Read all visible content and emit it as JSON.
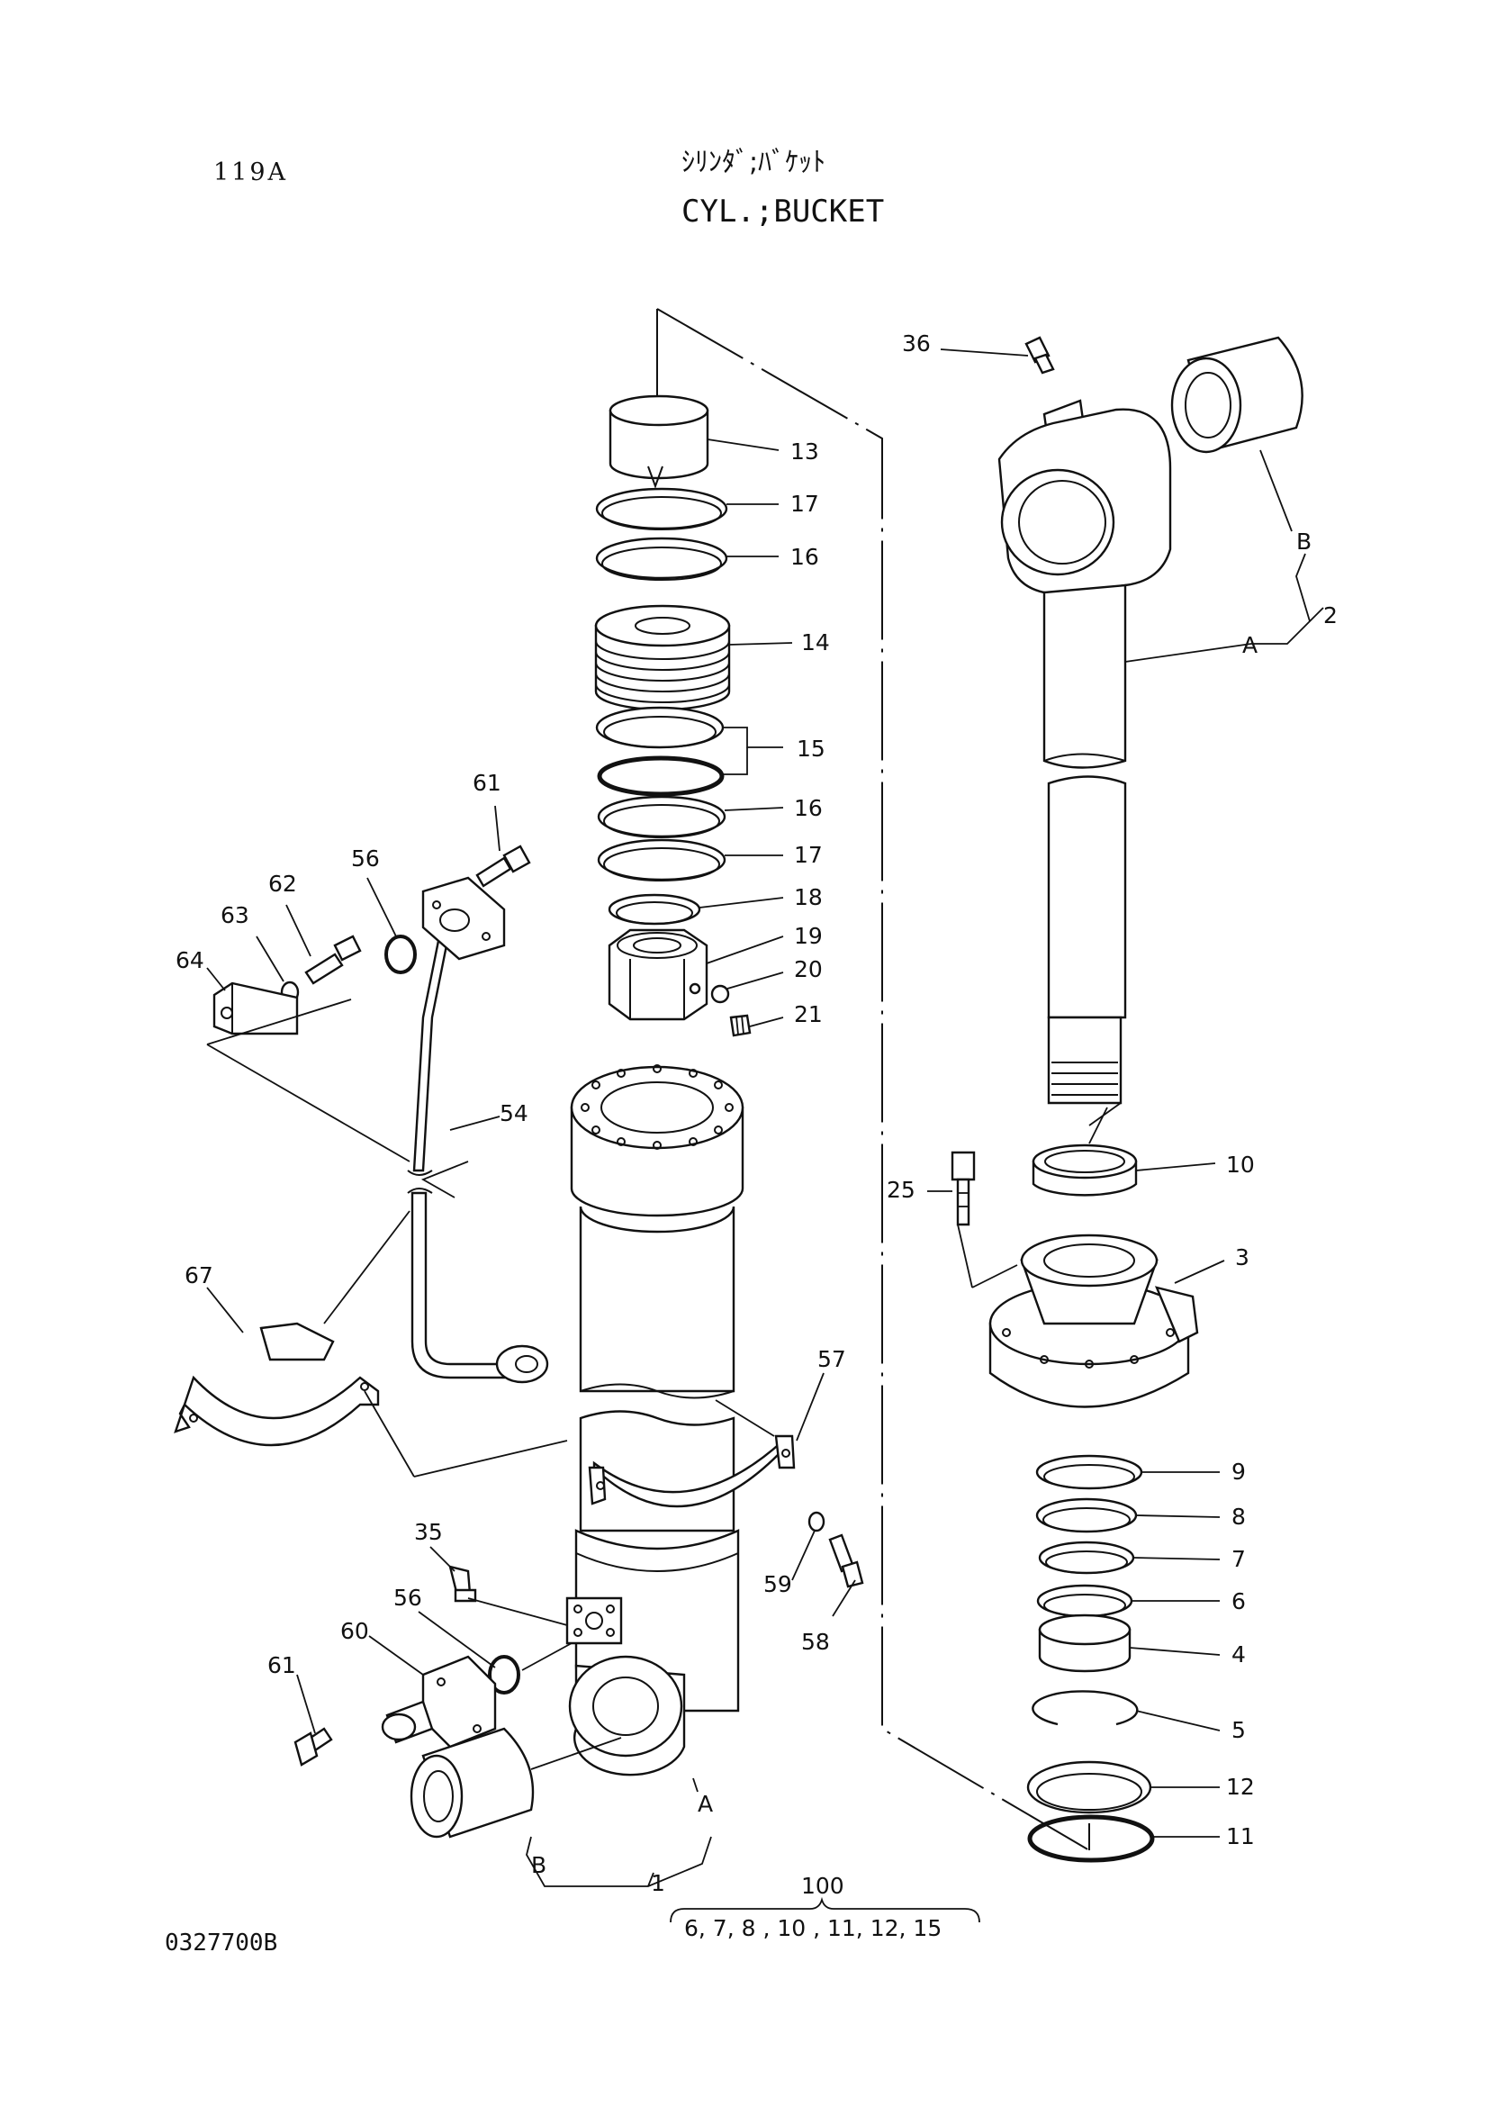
{
  "header": {
    "page_code": "119A",
    "title_jp": "ｼﾘﾝﾀﾞ;ﾊﾞｹｯﾄ",
    "title_en": "CYL.;BUCKET"
  },
  "footer": {
    "drawing_number": "0327700B"
  },
  "callouts": {
    "c13": "13",
    "c17a": "17",
    "c16a": "16",
    "c14": "14",
    "c15": "15",
    "c16b": "16",
    "c17b": "17",
    "c18": "18",
    "c19": "19",
    "c20": "20",
    "c21": "21",
    "c36": "36",
    "c2": "2",
    "c2A": "A",
    "c2B": "B",
    "c10": "10",
    "c25": "25",
    "c3": "3",
    "c9": "9",
    "c8": "8",
    "c7": "7",
    "c6": "6",
    "c4": "4",
    "c5": "5",
    "c12": "12",
    "c11": "11",
    "c61a": "61",
    "c56a": "56",
    "c62": "62",
    "c63": "63",
    "c64": "64",
    "c54": "54",
    "c67": "67",
    "c57": "57",
    "c35": "35",
    "c56b": "56",
    "c60": "60",
    "c61b": "61",
    "c59": "59",
    "c58": "58",
    "c1": "1",
    "c1A": "A",
    "c1B": "B",
    "c100": "100",
    "c100_parts": "6, 7, 8 , 10 , 11, 12, 15"
  }
}
